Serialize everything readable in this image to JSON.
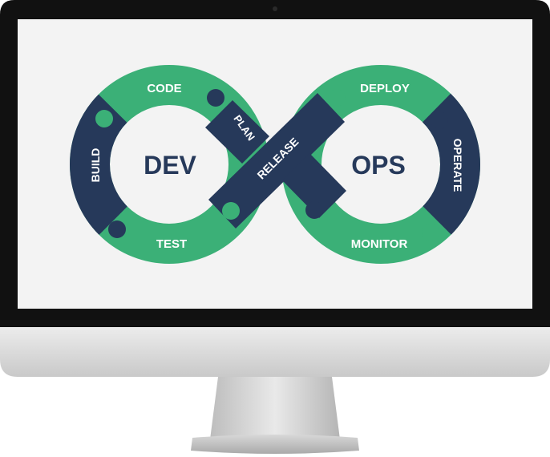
{
  "diagram": {
    "left_loop_label": "DEV",
    "right_loop_label": "OPS",
    "stages": {
      "code": "CODE",
      "plan": "PLAN",
      "build": "BUILD",
      "test": "TEST",
      "release": "RELEASE",
      "deploy": "DEPLOY",
      "operate": "OPERATE",
      "monitor": "MONITOR"
    }
  },
  "colors": {
    "green": "#3bb077",
    "navy": "#26395a",
    "screen_bg": "#f3f3f3",
    "bezel": "#111111",
    "chin_light": "#e6e6e6",
    "chin_dark": "#c4c4c4"
  }
}
